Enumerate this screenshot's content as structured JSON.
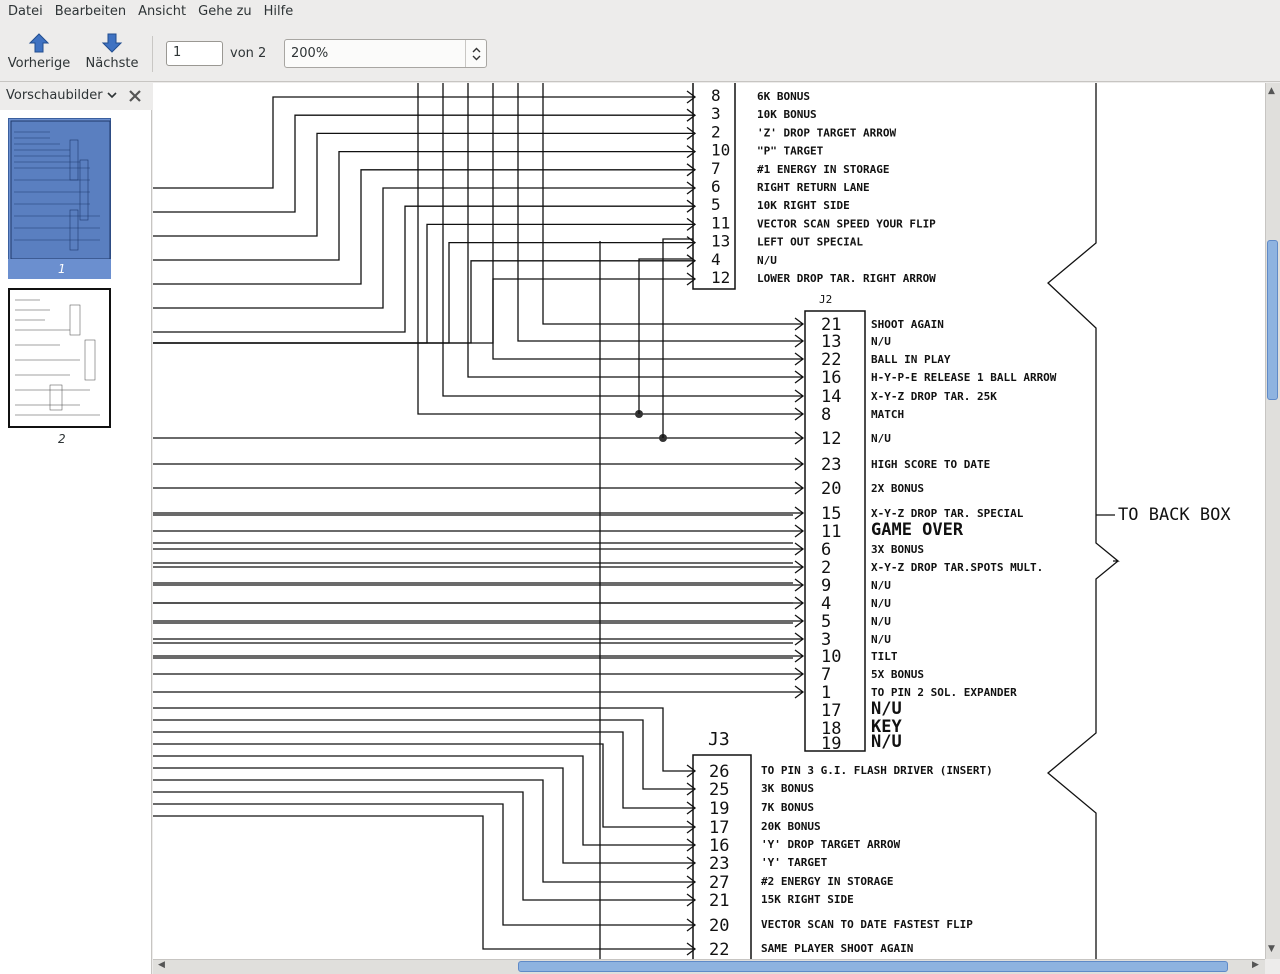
{
  "menu": [
    {
      "label": "Datei",
      "mnemonic": "D"
    },
    {
      "label": "Bearbeiten",
      "mnemonic": "B"
    },
    {
      "label": "Ansicht",
      "mnemonic": "A"
    },
    {
      "label": "Gehe zu",
      "mnemonic": "G"
    },
    {
      "label": "Hilfe",
      "mnemonic": "H"
    }
  ],
  "toolbar": {
    "prev_label": "Vorherige",
    "next_label": "Nächste",
    "page_value": "1",
    "page_total": "von 2",
    "zoom_value": "200%"
  },
  "sidebar": {
    "title": "Vorschaubilder",
    "thumbs": [
      {
        "label": "1",
        "selected": true
      },
      {
        "label": "2",
        "selected": false
      }
    ]
  },
  "colors": {
    "accent": "#6b8fcf",
    "scroll": "#8eb3e0"
  },
  "schematic": {
    "j1_pins": [
      {
        "pin": "8",
        "text": "6K BONUS"
      },
      {
        "pin": "3",
        "text": "10K BONUS"
      },
      {
        "pin": "2",
        "text": "'Z' DROP TARGET ARROW"
      },
      {
        "pin": "10",
        "text": "\"P\" TARGET"
      },
      {
        "pin": "7",
        "text": "#1 ENERGY IN STORAGE"
      },
      {
        "pin": "6",
        "text": "RIGHT RETURN LANE"
      },
      {
        "pin": "5",
        "text": "10K RIGHT SIDE"
      },
      {
        "pin": "11",
        "text": "VECTOR SCAN SPEED  YOUR FLIP"
      },
      {
        "pin": "13",
        "text": "LEFT OUT SPECIAL"
      },
      {
        "pin": "4",
        "text": "N/U"
      },
      {
        "pin": "12",
        "text": "LOWER DROP TAR. RIGHT ARROW"
      }
    ],
    "j2_label": "J2",
    "j2_pins": [
      {
        "pin": "21",
        "text": "SHOOT AGAIN"
      },
      {
        "pin": "13",
        "text": "N/U"
      },
      {
        "pin": "22",
        "text": "BALL IN PLAY"
      },
      {
        "pin": "16",
        "text": "H-Y-P-E RELEASE 1 BALL ARROW"
      },
      {
        "pin": "14",
        "text": "X-Y-Z DROP TAR. 25K"
      },
      {
        "pin": "8",
        "text": "MATCH"
      },
      {
        "pin": "12",
        "text": "N/U"
      },
      {
        "pin": "23",
        "text": "HIGH SCORE TO DATE"
      },
      {
        "pin": "20",
        "text": "2X BONUS"
      },
      {
        "pin": "15",
        "text": "X-Y-Z DROP TAR. SPECIAL"
      },
      {
        "pin": "11",
        "text": "GAME OVER"
      },
      {
        "pin": "6",
        "text": "3X BONUS"
      },
      {
        "pin": "2",
        "text": "X-Y-Z DROP TAR.SPOTS MULT."
      },
      {
        "pin": "9",
        "text": "N/U"
      },
      {
        "pin": "4",
        "text": "N/U"
      },
      {
        "pin": "5",
        "text": "N/U"
      },
      {
        "pin": "3",
        "text": "N/U"
      },
      {
        "pin": "10",
        "text": "TILT"
      },
      {
        "pin": "7",
        "text": "5X BONUS"
      },
      {
        "pin": "1",
        "text": "TO PIN 2 SOL. EXPANDER"
      },
      {
        "pin": "17",
        "text": "N/U"
      },
      {
        "pin": "18",
        "text": "KEY"
      },
      {
        "pin": "19",
        "text": "N/U"
      }
    ],
    "back_box": "TO BACK BOX",
    "j3_label": "J3",
    "j3_pins": [
      {
        "pin": "26",
        "text": "TO PIN 3 G.I. FLASH DRIVER (INSERT)"
      },
      {
        "pin": "25",
        "text": "3K BONUS"
      },
      {
        "pin": "19",
        "text": "7K BONUS"
      },
      {
        "pin": "17",
        "text": "20K BONUS"
      },
      {
        "pin": "16",
        "text": "'Y' DROP TARGET ARROW"
      },
      {
        "pin": "23",
        "text": "'Y' TARGET"
      },
      {
        "pin": "27",
        "text": "#2 ENERGY IN STORAGE"
      },
      {
        "pin": "21",
        "text": "15K RIGHT SIDE"
      },
      {
        "pin": "20",
        "text": "VECTOR SCAN TO DATE  FASTEST FLIP"
      },
      {
        "pin": "22",
        "text": "SAME PLAYER SHOOT AGAIN"
      }
    ]
  }
}
